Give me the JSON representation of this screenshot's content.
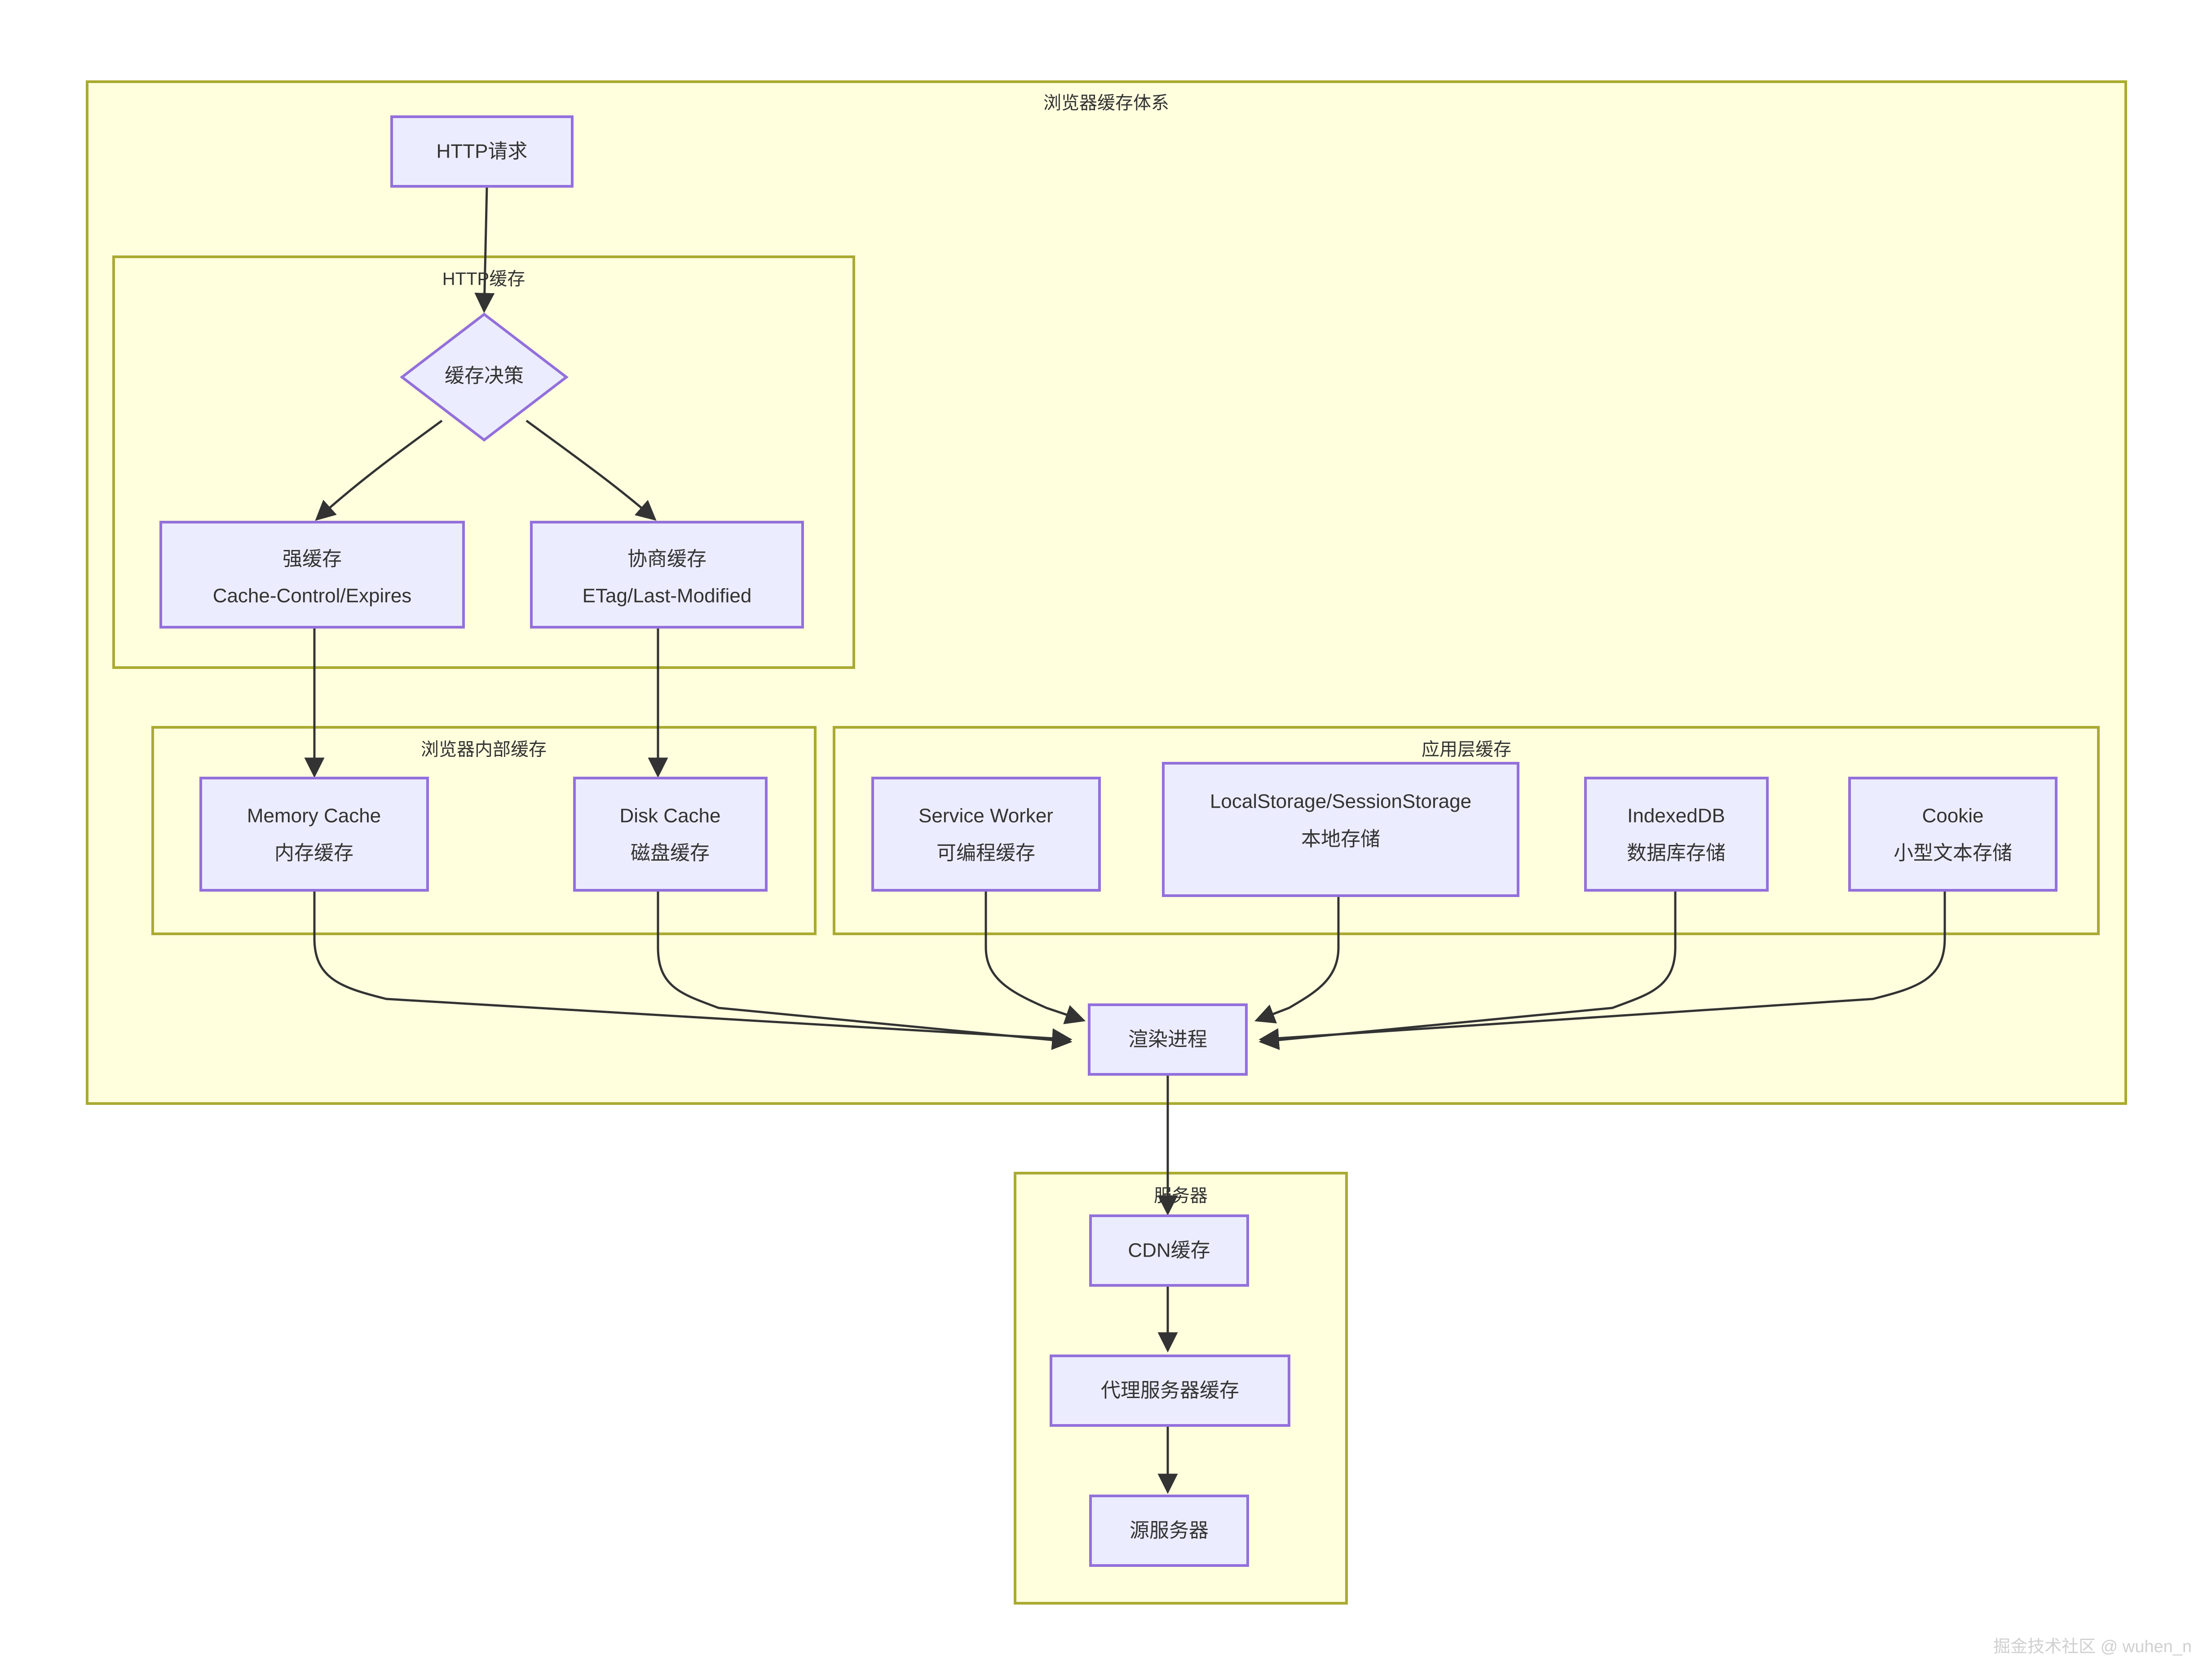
{
  "diagram": {
    "type": "flowchart",
    "direction": "top-down",
    "title": "浏览器缓存体系",
    "theme": {
      "cluster_fill": "#ffffde",
      "cluster_stroke": "#aaaa33",
      "node_fill": "#ececff",
      "node_stroke": "#9370db",
      "edge_stroke": "#333333",
      "text_color": "#333333",
      "page_background": "#ffffff"
    },
    "clusters": [
      {
        "id": "browser-cache-system",
        "label": "浏览器缓存体系"
      },
      {
        "id": "http-cache",
        "label": "HTTP缓存"
      },
      {
        "id": "browser-internal-cache",
        "label": "浏览器内部缓存"
      },
      {
        "id": "app-layer-cache",
        "label": "应用层缓存"
      },
      {
        "id": "server",
        "label": "服务器"
      }
    ],
    "nodes": [
      {
        "id": "http-request",
        "shape": "rect",
        "lines": [
          "HTTP请求"
        ]
      },
      {
        "id": "cache-decision",
        "shape": "diamond",
        "lines": [
          "缓存决策"
        ]
      },
      {
        "id": "strong-cache",
        "shape": "rect",
        "lines": [
          "强缓存",
          "Cache-Control/Expires"
        ]
      },
      {
        "id": "negotiation-cache",
        "shape": "rect",
        "lines": [
          "协商缓存",
          "ETag/Last-Modified"
        ]
      },
      {
        "id": "memory-cache",
        "shape": "rect",
        "lines": [
          "Memory Cache",
          "内存缓存"
        ]
      },
      {
        "id": "disk-cache",
        "shape": "rect",
        "lines": [
          "Disk Cache",
          "磁盘缓存"
        ]
      },
      {
        "id": "service-worker",
        "shape": "rect",
        "lines": [
          "Service Worker",
          "可编程缓存"
        ]
      },
      {
        "id": "web-storage",
        "shape": "rect",
        "lines": [
          "LocalStorage/SessionStorage",
          "本地存储"
        ]
      },
      {
        "id": "indexeddb",
        "shape": "rect",
        "lines": [
          "IndexedDB",
          "数据库存储"
        ]
      },
      {
        "id": "cookie",
        "shape": "rect",
        "lines": [
          "Cookie",
          "小型文本存储"
        ]
      },
      {
        "id": "render-process",
        "shape": "rect",
        "lines": [
          "渲染进程"
        ]
      },
      {
        "id": "cdn-cache",
        "shape": "rect",
        "lines": [
          "CDN缓存"
        ]
      },
      {
        "id": "proxy-cache",
        "shape": "rect",
        "lines": [
          "代理服务器缓存"
        ]
      },
      {
        "id": "origin-server",
        "shape": "rect",
        "lines": [
          "源服务器"
        ]
      }
    ],
    "edges": [
      {
        "from": "http-request",
        "to": "cache-decision"
      },
      {
        "from": "cache-decision",
        "to": "strong-cache"
      },
      {
        "from": "cache-decision",
        "to": "negotiation-cache"
      },
      {
        "from": "strong-cache",
        "to": "memory-cache"
      },
      {
        "from": "negotiation-cache",
        "to": "disk-cache"
      },
      {
        "from": "memory-cache",
        "to": "render-process"
      },
      {
        "from": "disk-cache",
        "to": "render-process"
      },
      {
        "from": "service-worker",
        "to": "render-process"
      },
      {
        "from": "web-storage",
        "to": "render-process"
      },
      {
        "from": "indexeddb",
        "to": "render-process"
      },
      {
        "from": "cookie",
        "to": "render-process"
      },
      {
        "from": "render-process",
        "to": "cdn-cache"
      },
      {
        "from": "cdn-cache",
        "to": "proxy-cache"
      },
      {
        "from": "proxy-cache",
        "to": "origin-server"
      }
    ]
  },
  "watermark": {
    "text": "掘金技术社区 @ wuhen_n"
  }
}
